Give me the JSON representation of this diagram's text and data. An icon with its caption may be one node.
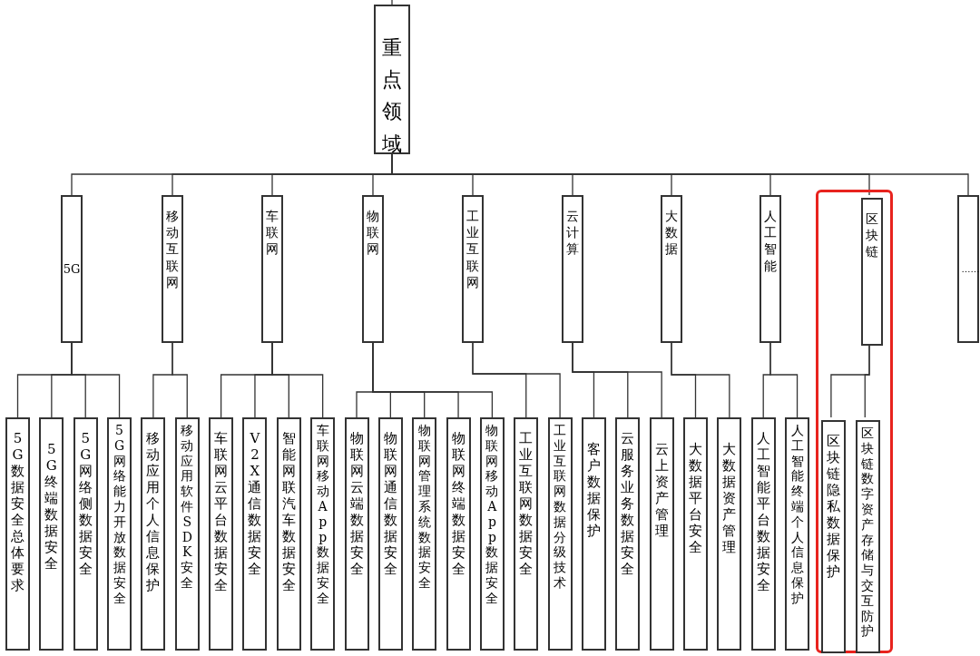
{
  "diagram": {
    "nodes": [
      {
        "text": [
          "重点领域"
        ]
      },
      {
        "text": [
          "5G"
        ]
      },
      {
        "text": [
          "移动互联网"
        ]
      },
      {
        "text": [
          "车联网"
        ]
      },
      {
        "text": [
          "物联网"
        ]
      },
      {
        "text": [
          "工业互联网"
        ]
      },
      {
        "text": [
          "云计算"
        ]
      },
      {
        "text": [
          "大数据"
        ]
      },
      {
        "text": [
          "人工智能"
        ]
      },
      {
        "text": [],
        "shape": "box"
      },
      {
        "text": [
          "区块链"
        ],
        "in": 9
      },
      {
        "text": [
          "……"
        ]
      },
      {
        "text": [
          "5G数据安全总体要求"
        ]
      },
      {
        "text": [
          "5G终端数据安全"
        ]
      },
      {
        "text": [
          "5G网络侧数据安全"
        ]
      },
      {
        "text": [
          "5G网络能力开放数据安全"
        ]
      },
      {
        "text": [
          "移动应用个人信息保护"
        ]
      },
      {
        "text": [
          "移动应用软件SDK安全"
        ]
      },
      {
        "text": [
          "车联网云平台数据安全"
        ]
      },
      {
        "text": [
          "V2X通信数据安全"
        ]
      },
      {
        "text": [
          "智能网联汽车数据安全"
        ]
      },
      {
        "text": [
          "车联网移动App数据安全"
        ]
      },
      {
        "text": [
          "物联网云端数据安全"
        ]
      },
      {
        "text": [
          "物联网通信数据安全"
        ]
      },
      {
        "text": [
          "物联网管理系统数据安全"
        ]
      },
      {
        "text": [
          "物联网终端数据安全"
        ]
      },
      {
        "text": [
          "物联网移动App数据安全"
        ]
      },
      {
        "text": [
          "工业互联网数据安全"
        ]
      },
      {
        "text": [
          "工业互联网数据分级技术"
        ]
      },
      {
        "text": [
          "客户数据保护"
        ]
      },
      {
        "text": [
          "云服务业务数据安全"
        ]
      },
      {
        "text": [
          "云上资产管理"
        ]
      },
      {
        "text": [
          "大数据平台安全"
        ]
      },
      {
        "text": [
          "大数据资产管理"
        ]
      },
      {
        "text": [
          "人工智能平台数据安全"
        ]
      },
      {
        "text": [
          "人工智能终端个人信息保护"
        ]
      },
      {
        "text": [
          "区块链隐私数据保护"
        ],
        "in": 9
      },
      {
        "text": [
          "区块链数字资产存储与交互防护"
        ],
        "in": 9
      }
    ],
    "edges": [
      {
        "from": null,
        "to": 0,
        "arrow": "none"
      },
      {
        "from": 0,
        "to": 1,
        "arrow": "none"
      },
      {
        "from": 0,
        "to": 2,
        "arrow": "none"
      },
      {
        "from": 0,
        "to": 3,
        "arrow": "none"
      },
      {
        "from": 0,
        "to": 4,
        "arrow": "none"
      },
      {
        "from": 0,
        "to": 5,
        "arrow": "none"
      },
      {
        "from": 0,
        "to": 6,
        "arrow": "none"
      },
      {
        "from": 0,
        "to": 7,
        "arrow": "none"
      },
      {
        "from": 0,
        "to": 8,
        "arrow": "none"
      },
      {
        "from": 0,
        "to": 10,
        "arrow": "none"
      },
      {
        "from": 0,
        "to": 11,
        "arrow": "none"
      },
      {
        "from": 1,
        "to": 12,
        "arrow": "none"
      },
      {
        "from": 1,
        "to": 13,
        "arrow": "none"
      },
      {
        "from": 1,
        "to": 14,
        "arrow": "none"
      },
      {
        "from": 1,
        "to": 15,
        "arrow": "none"
      },
      {
        "from": 2,
        "to": 16,
        "arrow": "none"
      },
      {
        "from": 2,
        "to": 17,
        "arrow": "none"
      },
      {
        "from": 3,
        "to": 18,
        "arrow": "none"
      },
      {
        "from": 3,
        "to": 19,
        "arrow": "none"
      },
      {
        "from": 3,
        "to": 20,
        "arrow": "none"
      },
      {
        "from": 3,
        "to": 21,
        "arrow": "none"
      },
      {
        "from": 4,
        "to": 22,
        "arrow": "none"
      },
      {
        "from": 4,
        "to": 23,
        "arrow": "none"
      },
      {
        "from": 4,
        "to": 24,
        "arrow": "none"
      },
      {
        "from": 4,
        "to": 25,
        "arrow": "none"
      },
      {
        "from": 4,
        "to": 26,
        "arrow": "none"
      },
      {
        "from": 5,
        "to": 27,
        "arrow": "none"
      },
      {
        "from": 5,
        "to": 28,
        "arrow": "none"
      },
      {
        "from": 6,
        "to": 29,
        "arrow": "none"
      },
      {
        "from": 6,
        "to": 30,
        "arrow": "none"
      },
      {
        "from": 6,
        "to": 31,
        "arrow": "none"
      },
      {
        "from": 7,
        "to": 32,
        "arrow": "none"
      },
      {
        "from": 7,
        "to": 33,
        "arrow": "none"
      },
      {
        "from": 8,
        "to": 34,
        "arrow": "none"
      },
      {
        "from": 8,
        "to": 35,
        "arrow": "none"
      },
      {
        "from": 10,
        "to": 36,
        "arrow": "none"
      },
      {
        "from": 10,
        "to": 37,
        "arrow": "none"
      }
    ]
  }
}
